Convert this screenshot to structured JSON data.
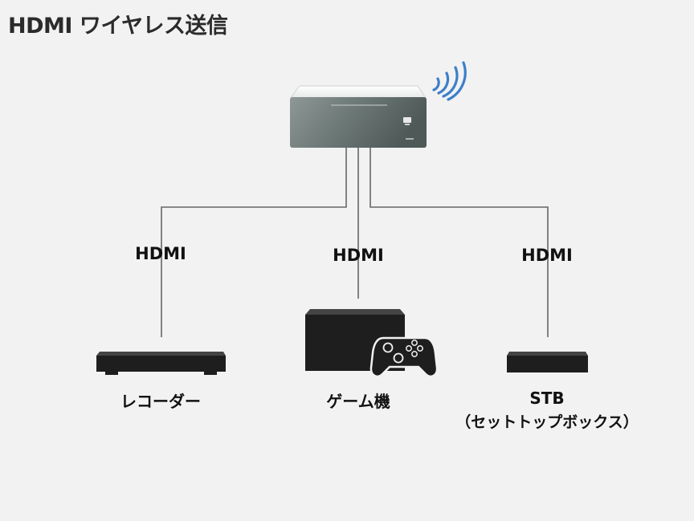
{
  "title": "HDMI ワイヤレス送信",
  "transmitter": {
    "icon": "wireless-transmitter-icon"
  },
  "connections": [
    {
      "label": "HDMI"
    },
    {
      "label": "HDMI"
    },
    {
      "label": "HDMI"
    }
  ],
  "devices": [
    {
      "label": "レコーダー",
      "icon": "recorder-icon"
    },
    {
      "label": "ゲーム機",
      "icon": "game-console-icon"
    },
    {
      "label": "STB",
      "sublabel": "（セットトップボックス）",
      "icon": "set-top-box-icon"
    }
  ],
  "colors": {
    "background": "#f2f2f2",
    "wifi": "#3d7fc9",
    "line": "#555555",
    "device": "#1e1e1e"
  }
}
